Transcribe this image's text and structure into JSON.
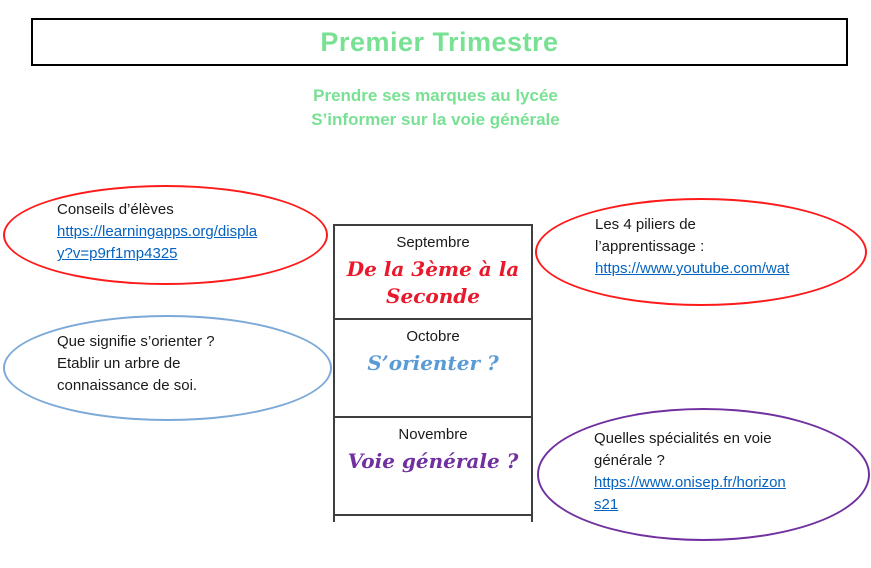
{
  "header": {
    "title": "Premier Trimestre",
    "subtitle_line1": "Prendre ses marques au lycée",
    "subtitle_line2": "S’informer sur la voie générale"
  },
  "colors": {
    "title_green": "#78e193",
    "table_border": "#3f3f3f",
    "link_blue": "#0563c1",
    "red_ellipse": "#ff1a1a",
    "blue_ellipse": "#7ca9d8",
    "purple_ellipse": "#7030a0"
  },
  "timeline": {
    "rows": [
      {
        "month": "Septembre",
        "topic": "De la 3ème à la Seconde",
        "topic_color": "#e8192c"
      },
      {
        "month": "Octobre",
        "topic": "S’orienter ?",
        "topic_color": "#5b9bd5"
      },
      {
        "month": "Novembre",
        "topic": "Voie générale ?",
        "topic_color": "#7030a0"
      }
    ]
  },
  "bubbles": {
    "conseils": {
      "border_color": "#ff1a1a",
      "text": "Conseils d’élèves",
      "link_line1": "https://learningapps.org/displa",
      "link_line2": "y?v=p9rf1mp4325"
    },
    "orienter": {
      "border_color": "#7ca9d8",
      "line1": "Que signifie s’orienter ?",
      "line2": "Etablir un arbre de",
      "line3": "connaissance de soi."
    },
    "piliers": {
      "border_color": "#ff1a1a",
      "line1": "Les 4 piliers de",
      "line2": "l’apprentissage :",
      "link_line1": "https://www.youtube.com/wat"
    },
    "specialites": {
      "border_color": "#7030a0",
      "line1": "Quelles spécialités en voie",
      "line2": "générale ?",
      "link_line1": "https://www.onisep.fr/horizon",
      "link_line2": "s21"
    }
  }
}
